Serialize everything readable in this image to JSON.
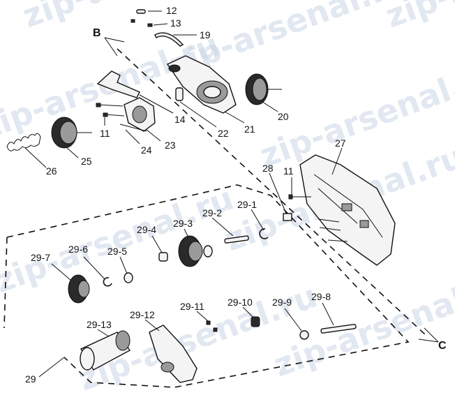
{
  "watermark": "zip-arsenal.ru",
  "section_letters": {
    "b": "B",
    "c": "C"
  },
  "labels": {
    "p12": "12",
    "p13": "13",
    "p19": "19",
    "p14": "14",
    "p22": "22",
    "p21": "21",
    "p20": "20",
    "p11a": "11",
    "p24": "24",
    "p23": "23",
    "p25": "25",
    "p26": "26",
    "p27": "27",
    "p28": "28",
    "p11b": "11",
    "p29_1": "29-1",
    "p29_2": "29-2",
    "p29_3": "29-3",
    "p29_4": "29-4",
    "p29_5": "29-5",
    "p29_6": "29-6",
    "p29_7": "29-7",
    "p29_8": "29-8",
    "p29_9": "29-9",
    "p29_10": "29-10",
    "p29_11": "29-11",
    "p29_12": "29-12",
    "p29_13": "29-13",
    "p29": "29"
  }
}
